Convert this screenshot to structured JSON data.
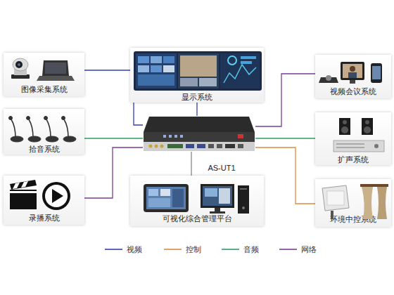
{
  "diagram": {
    "nodes": [
      {
        "text": [
          "显示系统"
        ]
      },
      {
        "text": [
          "图像采集系统"
        ]
      },
      {
        "text": [
          "视频会议系统"
        ]
      },
      {
        "text": [
          "拾音系统"
        ]
      },
      {
        "text": [
          "AS-UT1"
        ]
      },
      {
        "text": [
          "扩声系统"
        ]
      },
      {
        "text": [
          "录播系统"
        ]
      },
      {
        "text": [
          "可视化综合管理平台"
        ]
      },
      {
        "text": [
          "环境中控系统"
        ]
      }
    ],
    "edges": [
      {
        "from": 4,
        "to": 0,
        "arrow": "none"
      },
      {
        "from": 1,
        "to": 4,
        "arrow": "none"
      },
      {
        "from": 2,
        "to": 4,
        "arrow": "none"
      },
      {
        "from": 3,
        "to": 4,
        "arrow": "none"
      },
      {
        "from": 4,
        "to": 5,
        "arrow": "none"
      },
      {
        "from": 6,
        "to": 4,
        "arrow": "none"
      },
      {
        "from": 4,
        "to": 7,
        "arrow": "none"
      },
      {
        "from": 4,
        "to": 8,
        "arrow": "none"
      }
    ],
    "legend": [
      {
        "text": "视频"
      },
      {
        "text": "控制"
      },
      {
        "text": "音频"
      },
      {
        "text": "网络"
      }
    ]
  }
}
